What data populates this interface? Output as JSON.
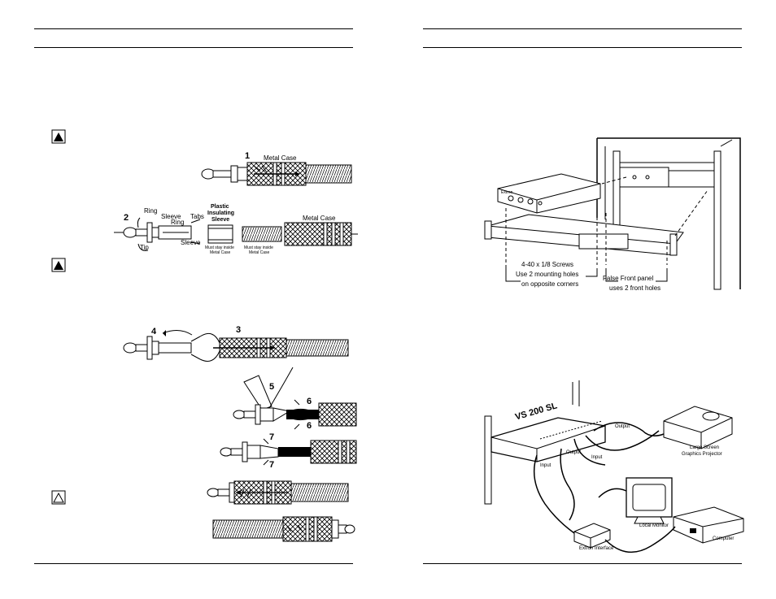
{
  "left_page": {
    "fig_plug": {
      "num1": "1",
      "metal_case_top": "Metal Case",
      "num2": "2",
      "ring": "Ring",
      "sleeve_top": "Sleeve",
      "ring2": "Ring",
      "tabs": "Tabs",
      "plastic_sleeve": [
        "Plastic",
        "Insulating",
        "Sleeve"
      ],
      "tip": "Tip",
      "sleeve_bottom": "Sleeve",
      "must_stay_1": [
        "Must stay inside",
        "Metal Case"
      ],
      "must_stay_2": [
        "Must stay inside",
        "Metal Case"
      ],
      "metal_case_2": "Metal Case",
      "num3": "3",
      "num4": "4",
      "num5": "5",
      "num6a": "6",
      "num6b": "6",
      "num7a": "7",
      "num7b": "7"
    }
  },
  "right_page": {
    "rack_fig": {
      "screws_label": [
        "4-40 x 1/8 Screws",
        "Use 2 mounting holes",
        "on opposite corners"
      ],
      "false_front_label": [
        "False Front panel",
        "uses 2 front holes"
      ],
      "device_brand": "Extron"
    },
    "system_fig": {
      "device_name": "VS 200 SL",
      "output1": "Output",
      "output2": "Output",
      "input1": "Input",
      "input2": "Input",
      "projector": [
        "Large Screen",
        "Graphics Projector"
      ],
      "local_monitor": "Local Monitor",
      "computer": "Computer",
      "interface": "Extron Interface"
    }
  }
}
